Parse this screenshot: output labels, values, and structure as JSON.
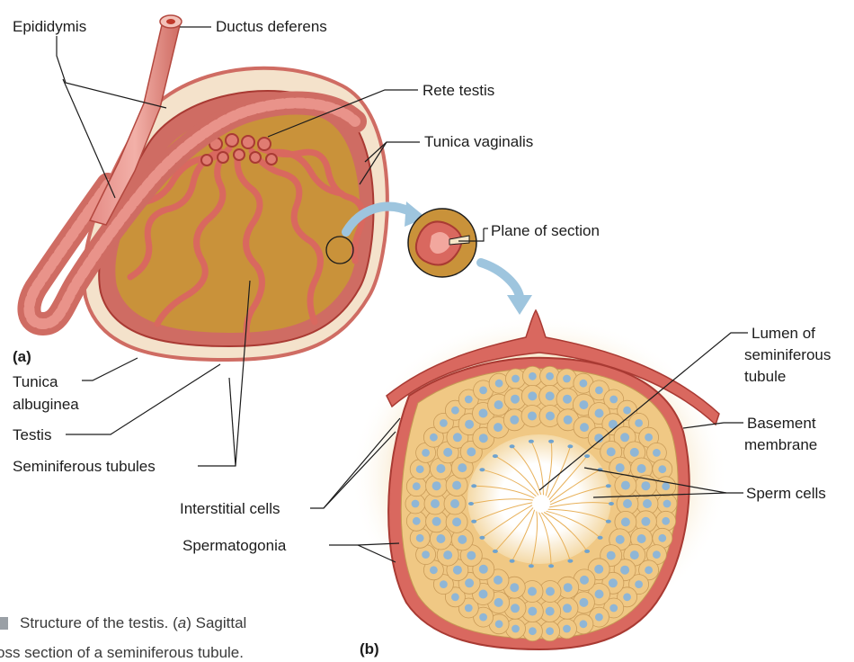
{
  "labels": {
    "epididymis": "Epididymis",
    "ductus_deferens": "Ductus deferens",
    "rete_testis": "Rete testis",
    "tunica_vaginalis": "Tunica vaginalis",
    "plane_of_section": "Plane of section",
    "panel_a": "(a)",
    "tunica_albuginea_1": "Tunica",
    "tunica_albuginea_2": "albuginea",
    "testis": "Testis",
    "seminiferous_tubules": "Seminiferous tubules",
    "lumen_1": "Lumen of",
    "lumen_2": "seminiferous",
    "lumen_3": "tubule",
    "basement_1": "Basement",
    "basement_2": "membrane",
    "sperm_cells": "Sperm cells",
    "interstitial_cells": "Interstitial cells",
    "spermatogonia": "Spermatogonia",
    "panel_b": "(b)"
  },
  "caption": {
    "line1_a": "Structure of the testis. (",
    "line1_b": "a",
    "line1_c": ") Sagittal",
    "line2": "oss section of a seminiferous tubule."
  },
  "colors": {
    "tubule_red": "#d9685f",
    "tubule_dark": "#a93a33",
    "testis_tan": "#c9923a",
    "capsule_cream": "#f3dfc4",
    "cell_tan": "#f0c884",
    "nucleus_blue": "#8fb6d6",
    "arrow_blue": "#9ec5de",
    "halo": "#f7e7c8"
  }
}
